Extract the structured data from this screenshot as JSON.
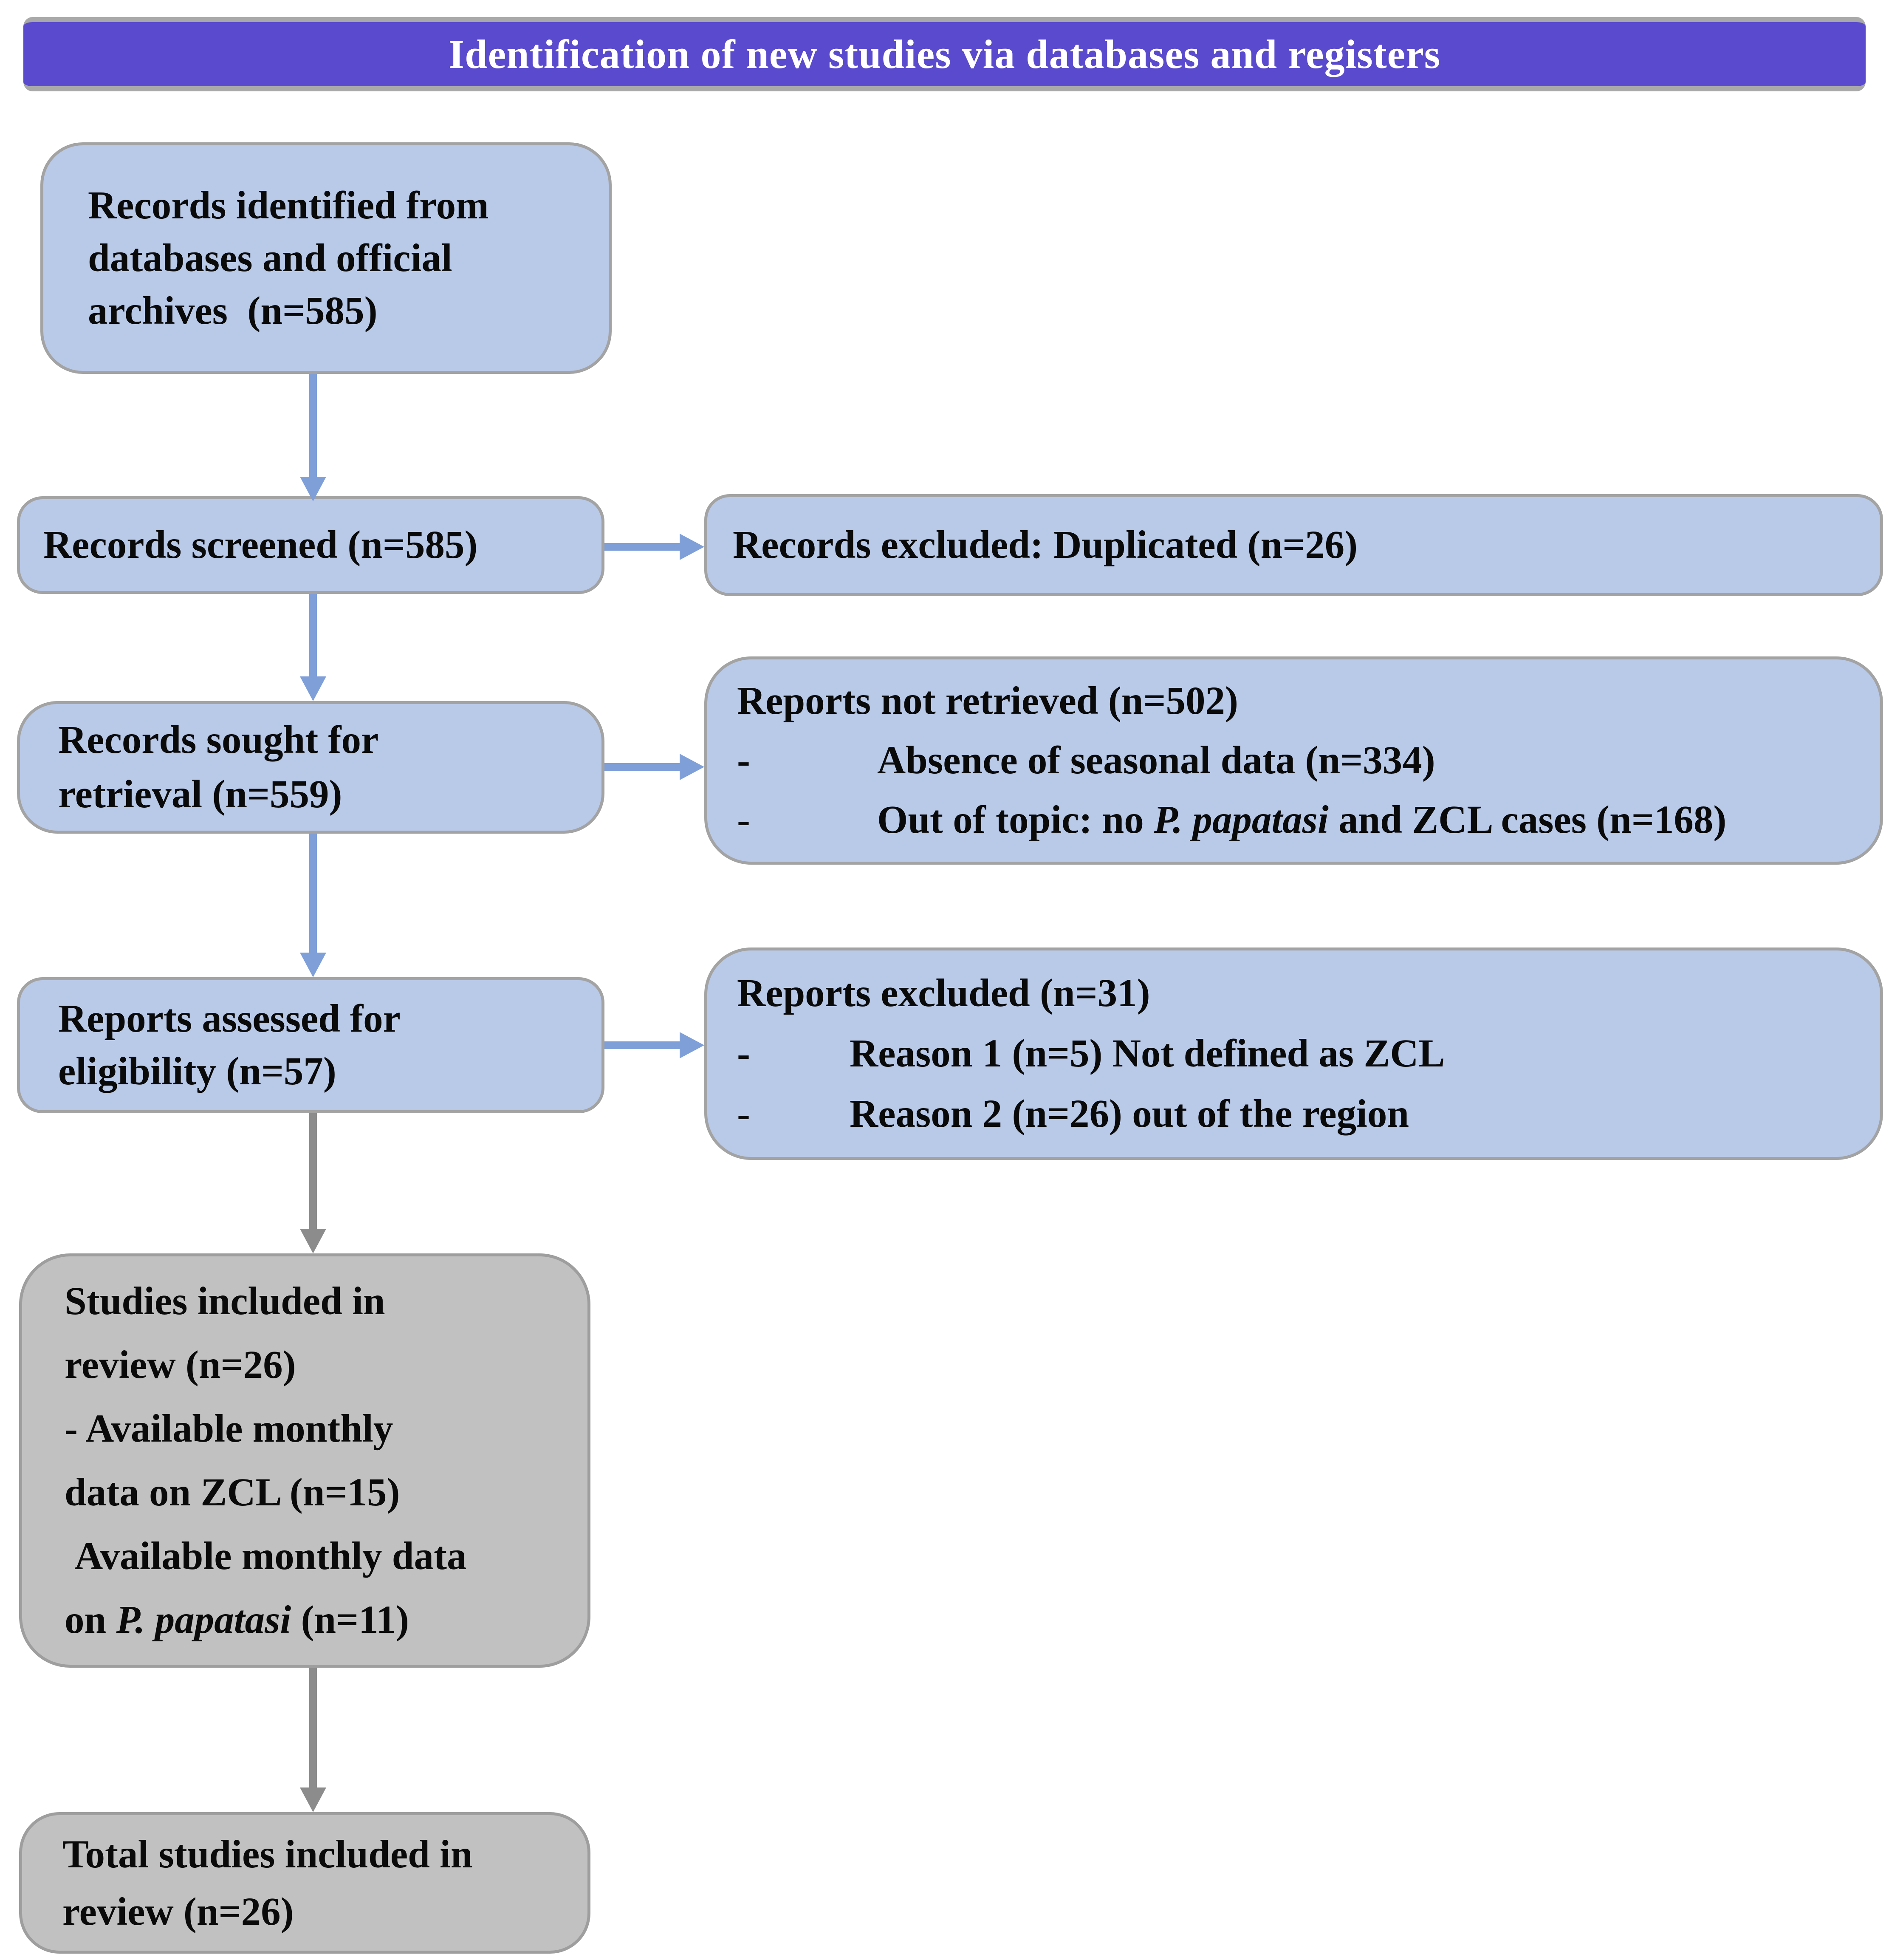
{
  "colors": {
    "banner": "#5a4acd",
    "banner_text": "#ffffff",
    "box_blue": "#b9c9e8",
    "box_gray": "#c1c1c1",
    "arrow_blue": "#7f9fd9",
    "arrow_gray": "#8c8c8c",
    "box_border": "#a3a3a3",
    "gray_box_border": "#9e9e9e",
    "text": "#0a0a0a"
  },
  "header": {
    "title": "Identification of new studies via databases and registers"
  },
  "boxes": {
    "identified": {
      "text": "Records identified from\ndatabases and official\narchives  (n=585)"
    },
    "screened": {
      "text": "Records screened (n=585)"
    },
    "sought": {
      "text": "Records sought for\nretrieval (n=559)"
    },
    "assessed": {
      "text": "Reports assessed for\neligibility (n=57)"
    },
    "excludedDuplicated": {
      "text": "Records excluded: Duplicated (n=26)"
    },
    "notRetrieved": {
      "title": "Reports not retrieved (n=502)",
      "bullets": [
        {
          "dash": "-",
          "segments": [
            {
              "t": "Absence of seasonal data (n=334)"
            }
          ]
        },
        {
          "dash": "-",
          "segments": [
            {
              "t": "Out of topic: no "
            },
            {
              "t": "P. papatasi",
              "i": true
            },
            {
              "t": " and ZCL cases (n=168)"
            }
          ]
        }
      ]
    },
    "reportsExcluded": {
      "title": "Reports excluded (n=31)",
      "bullets": [
        {
          "dash": "-",
          "segments": [
            {
              "t": "Reason 1 (n=5) Not defined as ZCL"
            }
          ]
        },
        {
          "dash": "-",
          "segments": [
            {
              "t": "Reason 2 (n=26) out of the region"
            }
          ]
        }
      ]
    },
    "included": {
      "lines": [
        [
          {
            "t": "Studies included in"
          }
        ],
        [
          {
            "t": "review (n=26)"
          }
        ],
        [
          {
            "t": "- Available monthly"
          }
        ],
        [
          {
            "t": "data on ZCL (n=15)"
          }
        ],
        [
          {
            "t": " Available monthly data"
          }
        ],
        [
          {
            "t": "on "
          },
          {
            "t": "P. papatasi",
            "i": true
          },
          {
            "t": " (n=11)"
          }
        ]
      ]
    },
    "total": {
      "text": "Total studies included in\nreview (n=26)"
    }
  }
}
